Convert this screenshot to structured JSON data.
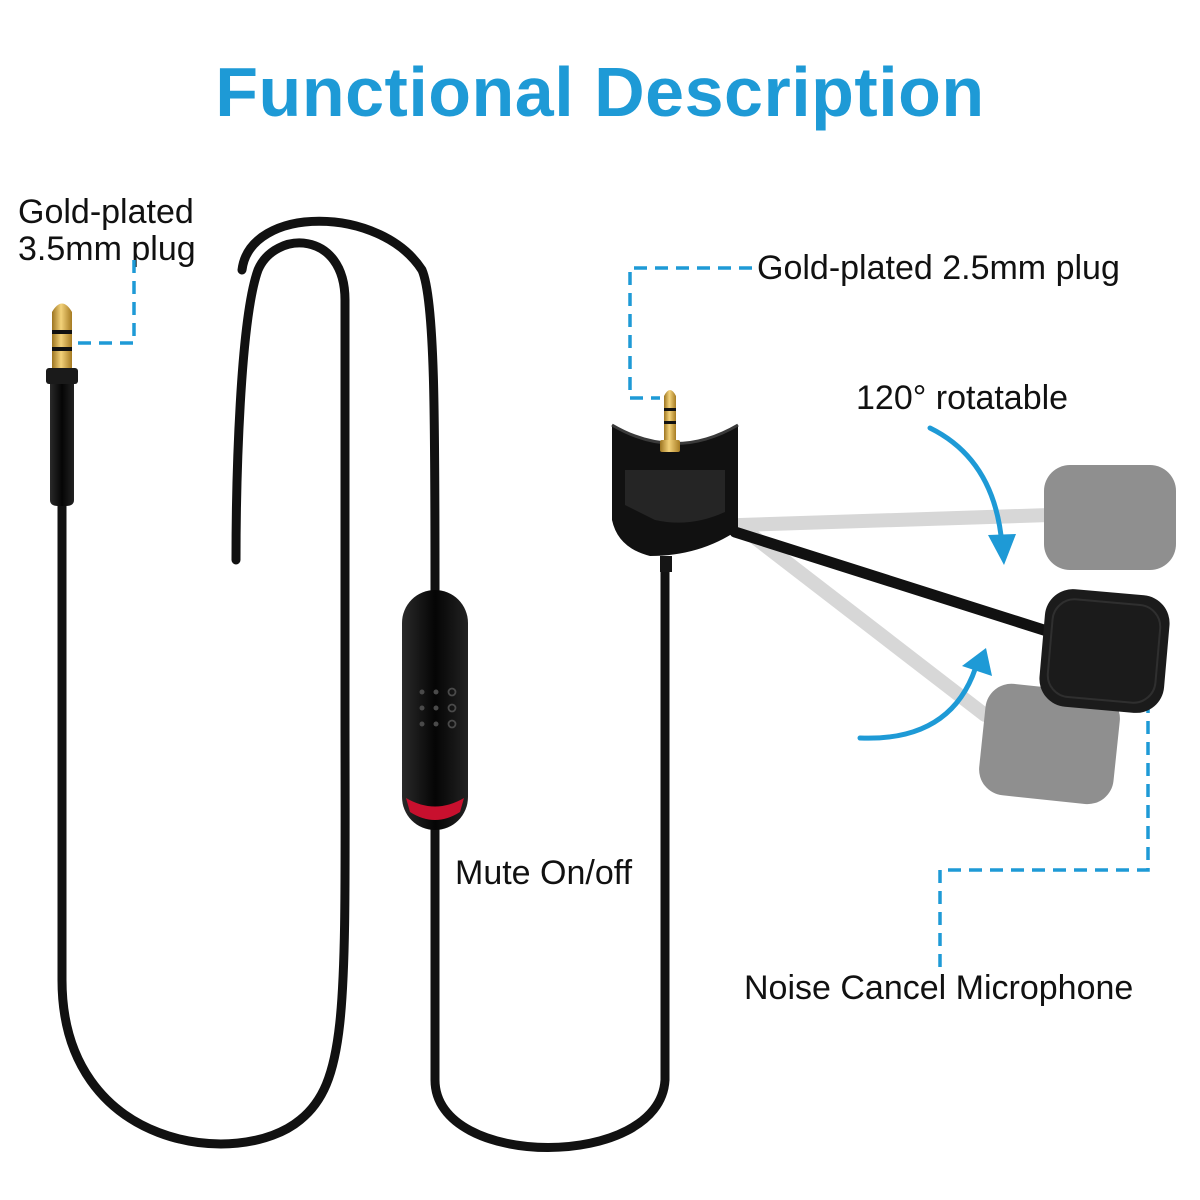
{
  "title": "Functional Description",
  "labels": {
    "plug_35_line1": "Gold-plated",
    "plug_35_line2": "3.5mm plug",
    "plug_25": "Gold-plated 2.5mm plug",
    "rotatable": "120° rotatable",
    "mute": "Mute On/off",
    "microphone": "Noise Cancel Microphone"
  },
  "colors": {
    "accent": "#1e9ad6",
    "cable": "#111111",
    "gold": "#d4a640",
    "mute_ring": "#c8102e",
    "ghost_foam": "#8f8f8f"
  }
}
